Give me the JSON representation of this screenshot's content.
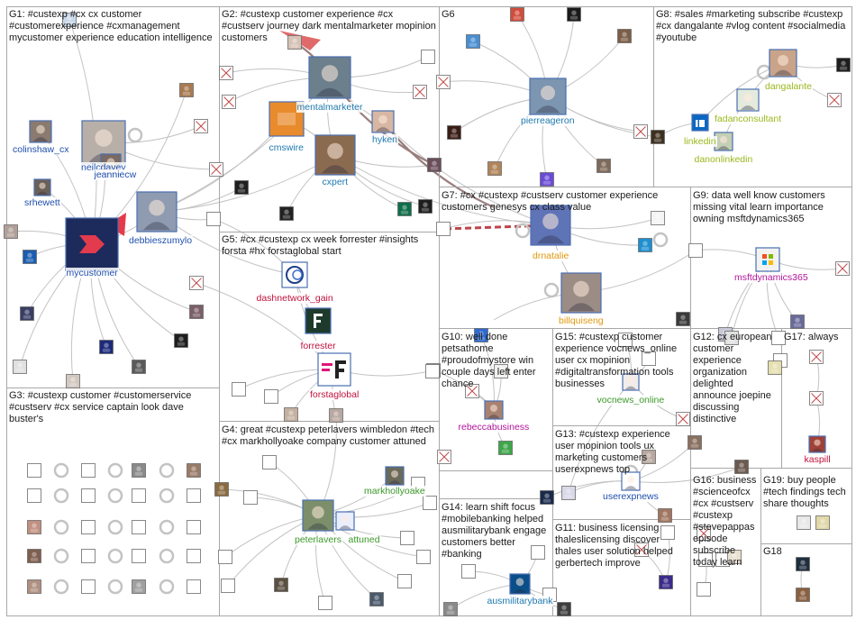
{
  "colors": {
    "border": "#a8a8a8",
    "edge": "#c3c3c3",
    "edge_dark": "#9a7e7e",
    "accent_red": "#c0434b",
    "label_blue": "#1f4fae",
    "label_red": "#c0123c",
    "label_green": "#3c9a2a",
    "label_teal": "#1f7ab0",
    "label_magenta": "#b0149a",
    "label_orange": "#e0980d",
    "label_olive": "#9ab81c"
  },
  "groups": [
    {
      "id": "g1",
      "text": "G1: #custexp #cx cx customer #customerexperience #cxmanagement mycustomer experience education intelligence"
    },
    {
      "id": "g2",
      "text": "G2: #custexp customer experience #cx #custserv journey dark mentalmarketer mopinion customers"
    },
    {
      "id": "g6",
      "text": "G6"
    },
    {
      "id": "g8",
      "text": "G8: #sales #marketing subscribe #custexp #cx dangalante #vlog content #socialmedia #youtube"
    },
    {
      "id": "g7",
      "text": "G7: #cx #custexp #custserv customer experience customers genesys cx class value"
    },
    {
      "id": "g9",
      "text": "G9: data well know customers missing vital learn importance owning msftdynamics365"
    },
    {
      "id": "g5",
      "text": "G5: #cx #custexp cx week forrester #insights forsta #hx forstaglobal start"
    },
    {
      "id": "g3",
      "text": "G3: #custexp customer #customerservice #custserv #cx service captain look dave buster's"
    },
    {
      "id": "g10",
      "text": "G10: well done petsathome #proudofmystore win couple days left enter chance"
    },
    {
      "id": "g15",
      "text": "G15: #custexp customer experience vocnews_online user cx mopinion #digitaltransformation tools businesses"
    },
    {
      "id": "g12",
      "text": "G12: cx european customer experience organization delighted announce joepine discussing distinctive"
    },
    {
      "id": "g17",
      "text": "G17: always"
    },
    {
      "id": "g4",
      "text": "G4: great #custexp peterlavers wimbledon #tech #cx markhollyoake company customer attuned"
    },
    {
      "id": "g13",
      "text": "G13: #custexp experience user mopinion tools ux marketing customers userexpnews top"
    },
    {
      "id": "g16",
      "text": "G16: business #scienceofcx #cx #custserv #custexp #stevepappas episode subscribe today learn"
    },
    {
      "id": "g19",
      "text": "G19: buy people #tech findings tech share thoughts"
    },
    {
      "id": "g14",
      "text": "G14: learn shift focus #mobilebanking helped ausmilitarybank engage customers better #banking"
    },
    {
      "id": "g11",
      "text": "G11: business licensing thaleslicensing discover thales user solution helped gerbertech improve"
    },
    {
      "id": "g18",
      "text": "G18"
    }
  ],
  "nodes": [
    {
      "id": "mycustomer",
      "label": "mycustomer",
      "color": "#1f4fae"
    },
    {
      "id": "colinshaw_cx",
      "label": "colinshaw_cx",
      "color": "#1f4fae"
    },
    {
      "id": "neilcdavey",
      "label": "neilcdavey",
      "color": "#1f4fae"
    },
    {
      "id": "jeanniecw",
      "label": "jeanniecw",
      "color": "#1f4fae"
    },
    {
      "id": "srhewett",
      "label": "srhewett",
      "color": "#1f4fae"
    },
    {
      "id": "debbieszumylo",
      "label": "debbieszumylo",
      "color": "#1f4fae"
    },
    {
      "id": "mentalmarketer",
      "label": "mentalmarketer",
      "color": "#1f7ab0"
    },
    {
      "id": "cmswire",
      "label": "cmswire",
      "color": "#1f7ab0"
    },
    {
      "id": "hyken",
      "label": "hyken",
      "color": "#1f7ab0"
    },
    {
      "id": "cxpert",
      "label": "cxpert",
      "color": "#1f7ab0"
    },
    {
      "id": "pierreageron",
      "label": "pierreageron",
      "color": "#1f7ab0"
    },
    {
      "id": "dangalante",
      "label": "dangalante",
      "color": "#9ab81c"
    },
    {
      "id": "fadanconsultant",
      "label": "fadanconsultant",
      "color": "#9ab81c"
    },
    {
      "id": "linkedin",
      "label": "linkedin",
      "color": "#9ab81c"
    },
    {
      "id": "danonlinkedin",
      "label": "danonlinkedin",
      "color": "#9ab81c"
    },
    {
      "id": "drnatalie",
      "label": "drnatalie",
      "color": "#e0980d"
    },
    {
      "id": "billquiseng",
      "label": "billquiseng",
      "color": "#e0980d"
    },
    {
      "id": "msftdynamics365",
      "label": "msftdynamics365",
      "color": "#b0149a"
    },
    {
      "id": "dashnetwork_gain",
      "label": "dashnetwork_gain",
      "color": "#c0123c"
    },
    {
      "id": "forrester",
      "label": "forrester",
      "color": "#c0123c"
    },
    {
      "id": "forstaglobal",
      "label": "forstaglobal",
      "color": "#c0123c"
    },
    {
      "id": "rebeccabusiness",
      "label": "rebeccabusiness",
      "color": "#b0149a"
    },
    {
      "id": "vocnews_online",
      "label": "vocnews_online",
      "color": "#3c9a2a"
    },
    {
      "id": "markhollyoake",
      "label": "markhollyoake",
      "color": "#3c9a2a"
    },
    {
      "id": "peterlavers",
      "label": "peterlavers",
      "color": "#3c9a2a"
    },
    {
      "id": "attuned",
      "label": "attuned",
      "color": "#3c9a2a"
    },
    {
      "id": "userexpnews",
      "label": "userexpnews",
      "color": "#1f4fae"
    },
    {
      "id": "kaspill",
      "label": "kaspill",
      "color": "#c0123c"
    },
    {
      "id": "ausmilitarybank",
      "label": "ausmilitarybank",
      "color": "#1f7ab0"
    }
  ]
}
